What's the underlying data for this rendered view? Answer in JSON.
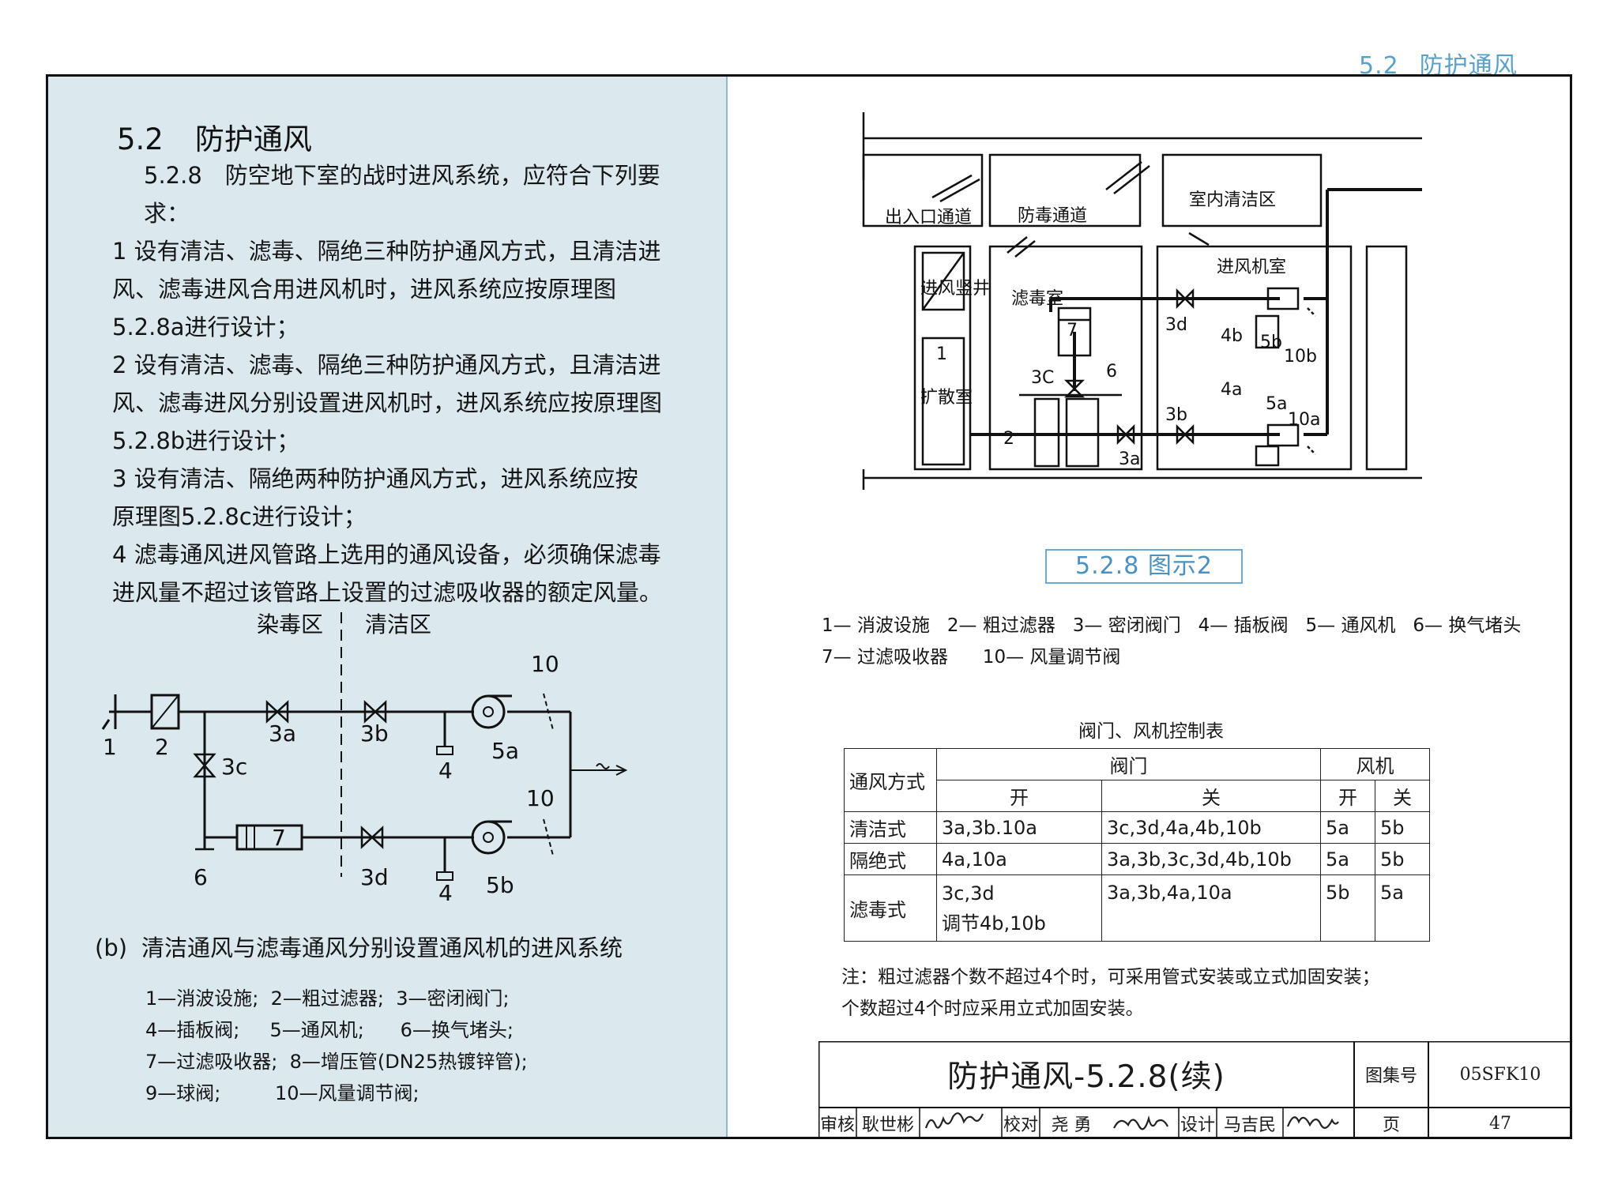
{
  "header": {
    "section_no": "5.2",
    "section_title": "防护通风"
  },
  "left": {
    "section_no": "5.2",
    "section_title": "防护通风",
    "paragraphs": [
      "5.2.8　防空地下室的战时进风系统，应符合下列要求：",
      "1  设有清洁、滤毒、隔绝三种防护通风方式，且清洁进",
      "风、滤毒进风合用进风机时，进风系统应按原理图",
      "5.2.8a进行设计；",
      "2  设有清洁、滤毒、隔绝三种防护通风方式，且清洁进",
      "风、滤毒进风分别设置进风机时，进风系统应按原理图",
      "5.2.8b进行设计；",
      "3  设有清洁、隔绝两种防护通风方式，进风系统应按",
      "原理图5.2.8c进行设计；",
      "4  滤毒通风进风管路上选用的通风设备，必须确保滤毒",
      "进风量不超过该管路上设置的过滤吸收器的额定风量。"
    ],
    "diagram": {
      "zone_left": "染毒区",
      "zone_right": "清洁区",
      "labels": {
        "l1": "1",
        "l2": "2",
        "l3a": "3a",
        "l3b": "3b",
        "l3c": "3c",
        "l3d": "3d",
        "l4a": "4",
        "l4b": "4",
        "l5a": "5a",
        "l5b": "5b",
        "l6": "6",
        "l7": "7",
        "l10a": "10",
        "l10b": "10"
      }
    },
    "caption_label": "(b)",
    "caption_text": "清洁通风与滤毒通风分别设置通风机的进风系统",
    "legend": [
      "1—消波设施;  2—粗过滤器;  3—密闭阀门;",
      "4—插板阀;     5—通风机;      6—换气堵头;",
      "7—过滤吸收器;  8—增压管(DN25热镀锌管);",
      "9—球阀;         10—风量调节阀;"
    ]
  },
  "right": {
    "plan": {
      "room_entrance": "出入口通道",
      "room_antigas": "防毒通道",
      "room_clean": "室内清洁区",
      "room_shaft": "进风竖井",
      "room_filter": "滤毒室",
      "room_fan": "进风机室",
      "room_expansion": "扩散室",
      "labels": {
        "p1": "1",
        "p2": "2",
        "p3a": "3a",
        "p3b": "3b",
        "p3c": "3C",
        "p3d": "3d",
        "p4a": "4a",
        "p4b": "4b",
        "p5a": "5a",
        "p5b": "5b",
        "p6": "6",
        "p7": "7",
        "p10a": "10a",
        "p10b": "10b"
      }
    },
    "figure_label": "5.2.8  图示2",
    "legend": [
      "1— 消波设施   2— 粗过滤器   3— 密闭阀门   4— 插板阀   5— 通风机   6— 换气堵头",
      "7— 过滤吸收器      10— 风量调节阀"
    ],
    "table_title": "阀门、风机控制表",
    "table": {
      "h_mode": "通风方式",
      "h_valve": "阀门",
      "h_fan": "风机",
      "h_open": "开",
      "h_close": "关",
      "h_fan_open": "开",
      "h_fan_close": "关",
      "rows": [
        {
          "mode": "清洁式",
          "open": "3a,3b.10a",
          "close": "3c,3d,4a,4b,10b",
          "fan_on": "5a",
          "fan_off": "5b"
        },
        {
          "mode": "隔绝式",
          "open": "4a,10a",
          "close": "3a,3b,3c,3d,4b,10b",
          "fan_on": "5a",
          "fan_off": "5b"
        },
        {
          "mode": "滤毒式",
          "open": "3c,3d",
          "open2": "调节4b,10b",
          "close": "3a,3b,4a,10a",
          "fan_on": "5b",
          "fan_off": "5a"
        }
      ]
    },
    "note": [
      "注：粗过滤器个数不超过4个时，可采用管式安装或立式加固安装；",
      "个数超过4个时应采用立式加固安装。"
    ],
    "title_block": {
      "title": "防护通风-5.2.8(续)",
      "atlas_label": "图集号",
      "atlas_no": "05SFK10",
      "page_label": "页",
      "page_no": "47",
      "review_label": "审核",
      "reviewer": "耿世彬",
      "check_label": "校对",
      "checker": "尧  勇",
      "design_label": "设计",
      "designer": "马吉民"
    }
  }
}
